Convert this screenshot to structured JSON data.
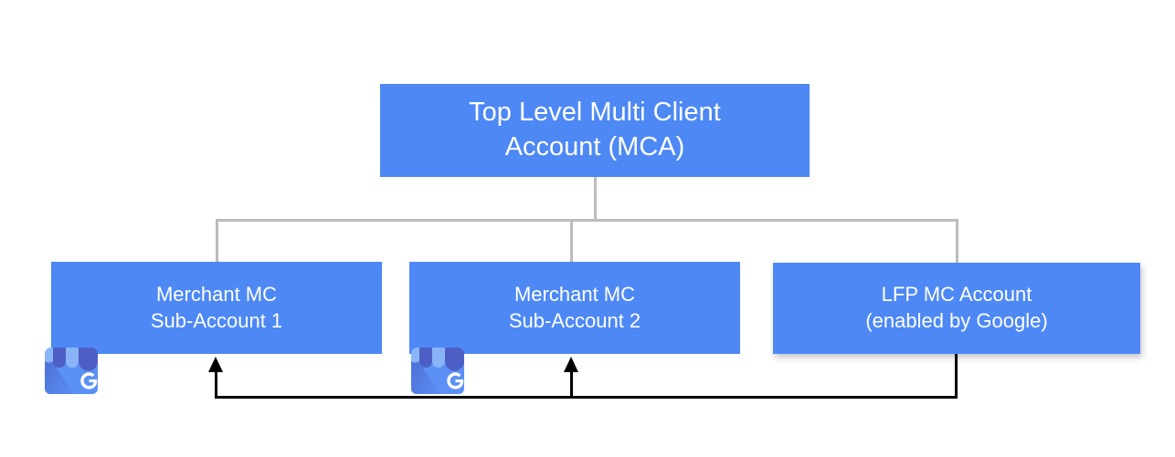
{
  "diagram": {
    "type": "hierarchy-tree",
    "title": "Multi Client Account structure",
    "colors": {
      "node_fill": "#4d88f5",
      "node_text": "#ffffff",
      "tree_connector": "#bdbdbd",
      "flow_arrow": "#000000",
      "canvas_background": "#ffffff"
    },
    "nodes": [
      {
        "id": "mca",
        "label": "Top Level Multi Client\nAccount (MCA)",
        "line1": "Top Level Multi Client",
        "line2": "Account (MCA)",
        "level": "root"
      },
      {
        "id": "merchant-1",
        "label": "Merchant MC\nSub-Account 1",
        "line1": "Merchant MC",
        "line2": "Sub-Account 1",
        "level": "child",
        "icon": "google-my-business-icon"
      },
      {
        "id": "merchant-2",
        "label": "Merchant MC\nSub-Account 2",
        "line1": "Merchant MC",
        "line2": "Sub-Account 2",
        "level": "child",
        "icon": "google-my-business-icon"
      },
      {
        "id": "lfp",
        "label": "LFP MC Account\n(enabled by Google)",
        "line1": "LFP MC Account",
        "line2": "(enabled by Google)",
        "level": "child"
      }
    ],
    "edges": [
      {
        "from": "mca",
        "to": "merchant-1",
        "style": "tree",
        "arrow": "none"
      },
      {
        "from": "mca",
        "to": "merchant-2",
        "style": "tree",
        "arrow": "none"
      },
      {
        "from": "mca",
        "to": "lfp",
        "style": "tree",
        "arrow": "none"
      },
      {
        "from": "lfp",
        "to": "merchant-1",
        "style": "flow",
        "arrow": "end"
      },
      {
        "from": "lfp",
        "to": "merchant-2",
        "style": "flow",
        "arrow": "end"
      }
    ]
  }
}
